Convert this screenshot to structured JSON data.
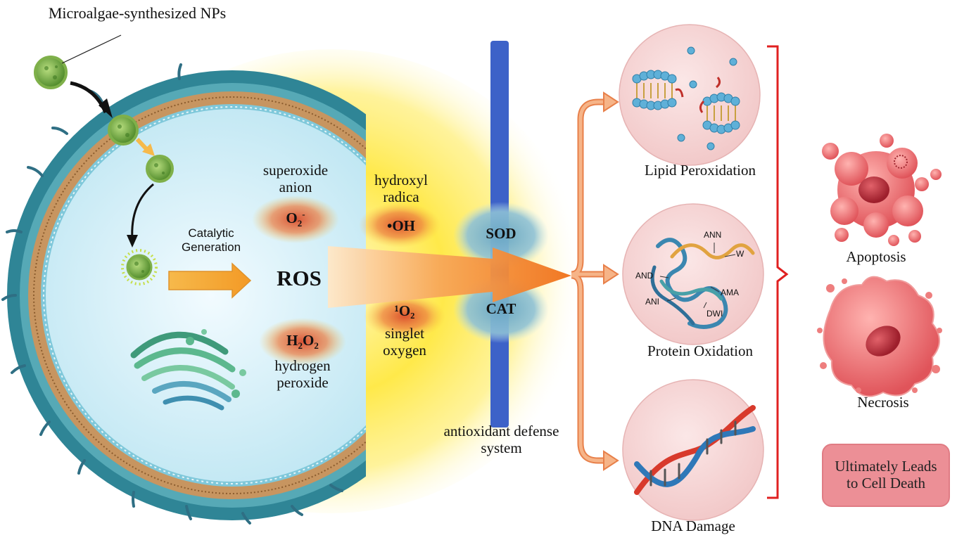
{
  "np_label": "Microalgae-synthesized NPs",
  "catalytic_label": "Catalytic Generation",
  "ros_label": "ROS",
  "species": {
    "superoxide": {
      "name": "superoxide anion",
      "formula_base": "O",
      "formula_sub": "2",
      "formula_sup": "-"
    },
    "hydroxyl": {
      "name": "hydroxyl radica",
      "formula": "•OH"
    },
    "peroxide": {
      "formula_a": "H",
      "sub_a": "2",
      "formula_b": "O",
      "sub_b": "2",
      "name": "hydrogen peroxide"
    },
    "singlet": {
      "formula": "¹O₂",
      "name": "singlet oxygen"
    }
  },
  "enzymes": {
    "sod": "SOD",
    "cat": "CAT"
  },
  "defense_label": "antioxidant defense system",
  "damage": {
    "lipid": "Lipid Peroxidation",
    "protein": "Protein Oxidation",
    "dna": "DNA Damage"
  },
  "protein_sites": [
    "ANN",
    "W",
    "AND",
    "AMA",
    "ANI",
    "DWI"
  ],
  "outcomes": {
    "apoptosis": "Apoptosis",
    "necrosis": "Necrosis"
  },
  "final_label": "Ultimately Leads to Cell Death",
  "colors": {
    "membrane_teal": "#2f8596",
    "ros_glow": "#ffe24a",
    "ros_core": "#e85a2a",
    "enzyme_blue": "#7fb6cf",
    "defense_bar": "#3d62c8",
    "branch_arrow": "#f0a070",
    "bracket_red": "#e02020",
    "death_box": "#ec8f96",
    "circle_pink": "#f7d8d8",
    "cell_pink": "#ec6b6b"
  }
}
